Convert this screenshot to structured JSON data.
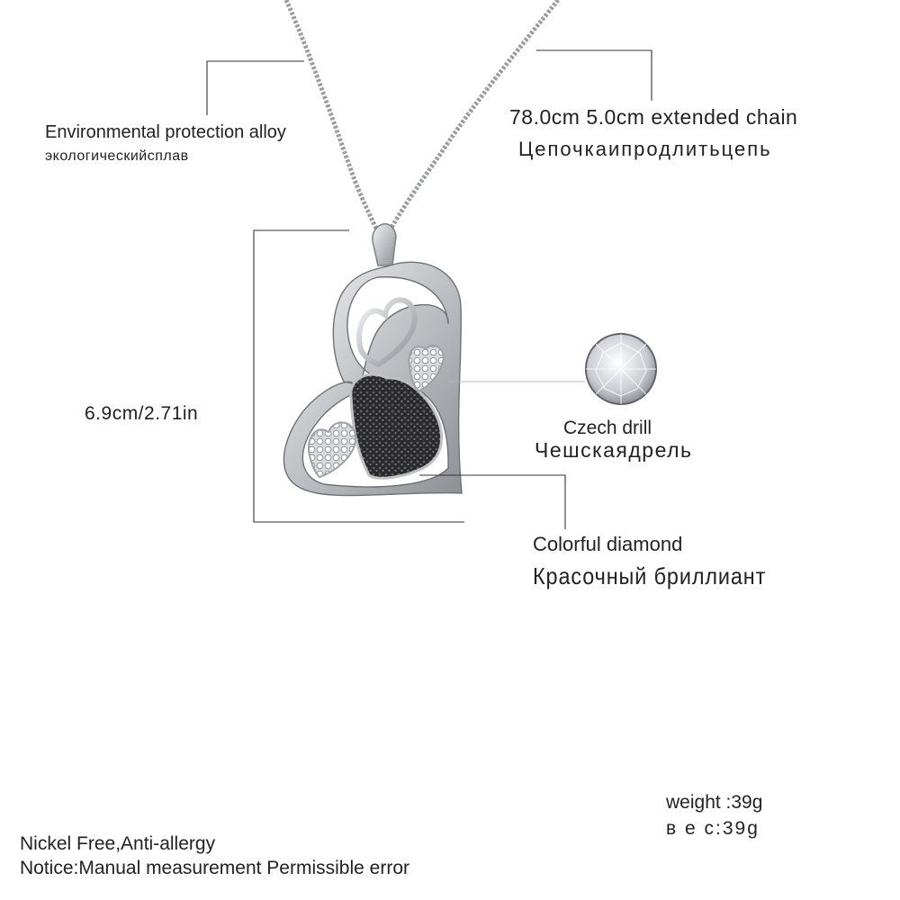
{
  "labels": {
    "alloy_en": "Environmental protection alloy",
    "alloy_ru": "экологическийсплав",
    "chain_en": "78.0cm 5.0cm extended chain",
    "chain_ru": "Цепочкаипродлитьцепь",
    "size": "6.9cm/2.71in",
    "stone_en": "Czech drill",
    "stone_ru": "Чешскаядрель",
    "diamond_en": "Colorful diamond",
    "diamond_ru": "Красочный бриллиант",
    "weight_en": "weight :39g",
    "weight_ru": "в е с:39g",
    "nickel": "Nickel Free,Anti-allergy",
    "notice": "Notice:Manual measurement Permissible error"
  },
  "colors": {
    "metal": "#c8c9cc",
    "metal_dark": "#8c8e93",
    "stone_dark": "#2b2b2d",
    "crystal": "#e6e7ea",
    "leader_line": "#333333"
  }
}
